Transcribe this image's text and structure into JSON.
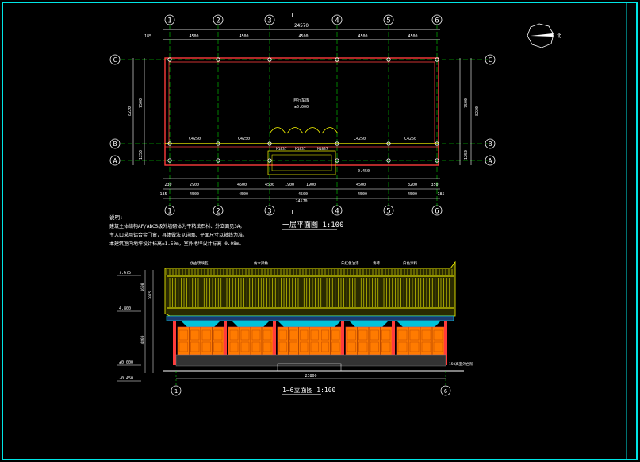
{
  "grid_top": [
    "1",
    "2",
    "3",
    "4",
    "5",
    "6"
  ],
  "grid_bottom": [
    "1",
    "2",
    "3",
    "4",
    "5",
    "6"
  ],
  "rows": [
    "C",
    "B",
    "A"
  ],
  "top_total": "24570",
  "top_dims": [
    "4500",
    "4500",
    "4500",
    "4500",
    "4500"
  ],
  "top_small": "185",
  "bottom_total": "24570",
  "bottom_dims_1": [
    "230",
    "2900",
    "4500",
    "4500",
    "1900",
    "1900",
    "4500",
    "3200",
    "350"
  ],
  "bottom_dims_2": [
    "185",
    "4500",
    "4500",
    "4500",
    "4500",
    "4500",
    "185"
  ],
  "left_dims": [
    "7500",
    "8220",
    "1250"
  ],
  "right_dims": [
    "7500",
    "8220",
    "1250"
  ],
  "section_mark": "1",
  "plan_label_room": "自行车库",
  "plan_label_level": "±0.000",
  "plan_label_level2": "-0.450",
  "windows": [
    "C4250",
    "C4250",
    "C4250",
    "C4250"
  ],
  "doors": [
    "M1837",
    "M1837",
    "M1837"
  ],
  "plan_title": "一层平面图  1:100",
  "notes_title": "说明:",
  "notes_lines": [
    "建筑主体结构AF/ABC5级外墙砌体为干粘法石材、外立面见3A。",
    "主入口采用铝合金门窗，具体做法见详图、平面尺寸以轴线为准。",
    "本建筑室内地坪设计标高±1.50m，室外地坪设计标高-0.08m。"
  ],
  "elev_levels": [
    "7.675",
    "4.800",
    "±0.000",
    "-0.450"
  ],
  "elev_dim_side": [
    "1600",
    "3075",
    "4800"
  ],
  "elev_labels": [
    "仿古琉璃瓦",
    "仿木梁枋",
    "朱红色油漆",
    "青砖",
    "白色涂料"
  ],
  "elev_bottom_dim": "23800",
  "elev_note": "150高室外台阶",
  "elev_grid": [
    "1",
    "6"
  ],
  "elev_title": "1~6立面图  1:100",
  "north_label": "北",
  "colors": {
    "background": "#000000",
    "border": "#00ffff",
    "walls": "#ff3b3b",
    "roof": "#ffff00",
    "panels": "#ff7b00",
    "dims": "#ffffff",
    "axis": "#00ff00"
  }
}
